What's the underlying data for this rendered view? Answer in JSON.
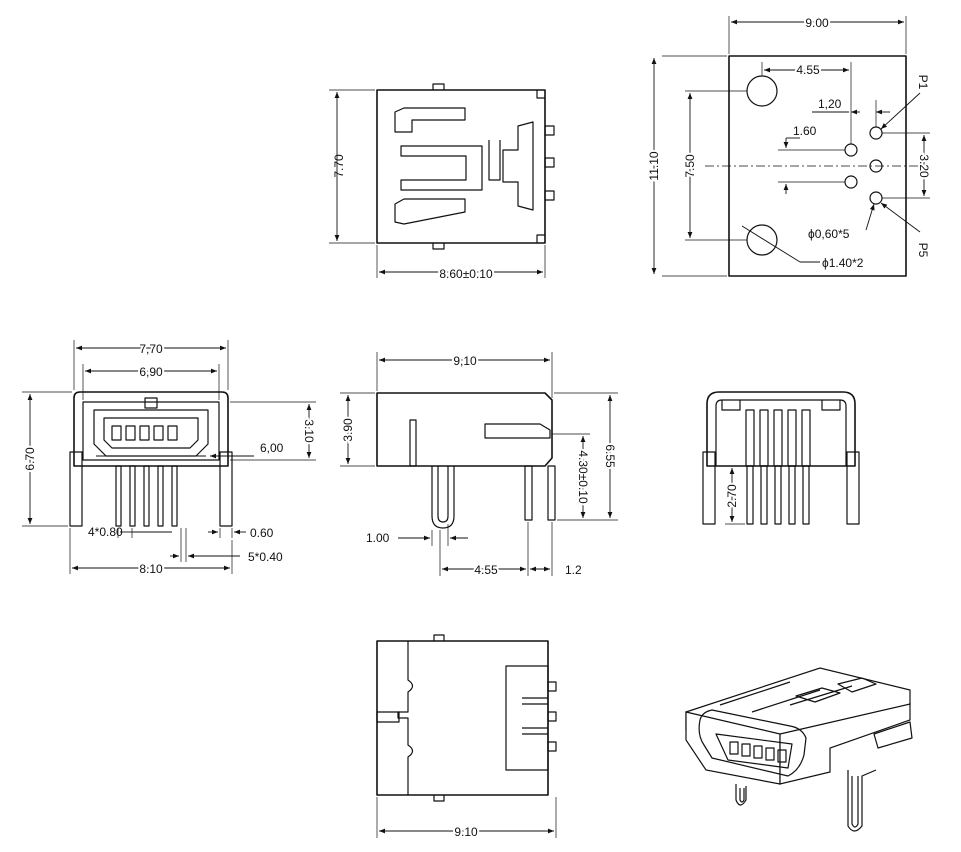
{
  "dimensions": {
    "top_view": {
      "height": "7.70",
      "width": "8.60±0.10"
    },
    "pcb_layout": {
      "width": "9.00",
      "offset_x": "4.55",
      "pitch_x": "1,20",
      "pitch_pin": "1.60",
      "height": "11.10",
      "hole_spacing": "7.50",
      "pin_span": "3.20",
      "pin_hole": "ϕ0,60*5",
      "mount_hole": "ϕ1.40*2",
      "pin1": "P1",
      "pin5": "P5"
    },
    "front_view": {
      "outer_width": "7,70",
      "inner_width": "6,90",
      "height": "6.70",
      "opening_height": "3.10",
      "slot_width": "6,00",
      "pin_pitch": "4*0.80",
      "tab_width": "0.60",
      "pin_width": "5*0.40",
      "base_width": "8.10"
    },
    "side_view": {
      "length": "9,10",
      "body_height": "3.90",
      "overall_height": "6.55",
      "pin_height": "4.30±0.10",
      "tab_thickness": "1.00",
      "pin_offset": "4.55",
      "pin_to_back": "1.2"
    },
    "rear_view": {
      "pin_length": "2.70"
    },
    "bottom_view": {
      "length": "9.10"
    }
  }
}
